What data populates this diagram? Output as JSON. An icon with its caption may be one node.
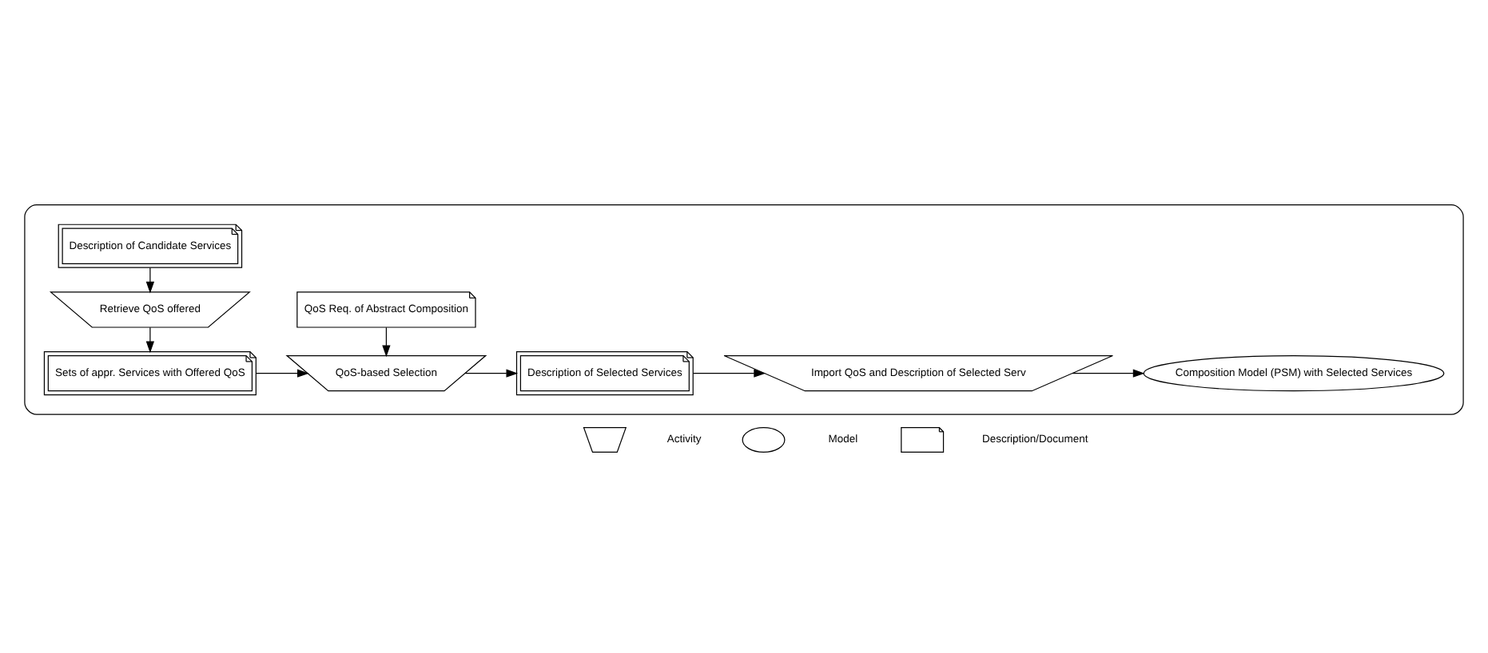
{
  "diagram": {
    "nodes": [
      {
        "text": [],
        "shape": "box"
      },
      {
        "text": [
          "Description of Candidate Services"
        ],
        "in": 0
      },
      {
        "text": [
          "Retrieve QoS offered"
        ],
        "in": 0
      },
      {
        "text": [
          "QoS Req. of Abstract Composition"
        ],
        "in": 0
      },
      {
        "text": [
          "Sets of appr. Services with Offered QoS"
        ],
        "in": 0
      },
      {
        "text": [
          "QoS-based Selection"
        ],
        "in": 0
      },
      {
        "text": [
          "Description of Selected Services"
        ],
        "in": 0
      },
      {
        "text": [
          "Import QoS and Description of Selected Serv"
        ],
        "in": 0
      },
      {
        "text": [
          "Composition Model (PSM) with Selected Services"
        ],
        "in": 0
      },
      {
        "text": [],
        "shape": "trapezoid"
      },
      {
        "text": [],
        "shape": "ellipse"
      },
      {
        "text": [],
        "shape": "document"
      }
    ],
    "edges": [
      {
        "from": 1,
        "to": 2,
        "arrow": "to"
      },
      {
        "from": 2,
        "to": 4,
        "arrow": "to"
      },
      {
        "from": 3,
        "to": 5,
        "arrow": "to"
      },
      {
        "from": 4,
        "to": 5,
        "arrow": "to"
      },
      {
        "from": 5,
        "to": 6,
        "arrow": "to"
      },
      {
        "from": 6,
        "to": 7,
        "arrow": "to"
      },
      {
        "from": 7,
        "to": 8,
        "arrow": "to"
      }
    ],
    "legend": [
      {
        "text": "Activity"
      },
      {
        "text": "Model"
      },
      {
        "text": "Description/Document"
      }
    ]
  }
}
